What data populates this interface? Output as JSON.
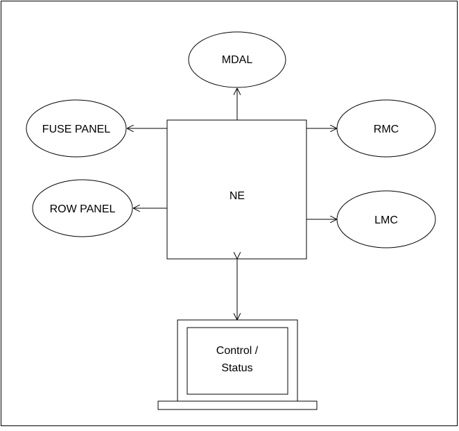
{
  "diagram": {
    "frame_visible": true,
    "center_node": {
      "label": "NE"
    },
    "nodes": {
      "mdal": {
        "label": "MDAL"
      },
      "fuse_panel": {
        "label": "FUSE PANEL"
      },
      "row_panel": {
        "label": "ROW PANEL"
      },
      "rmc": {
        "label": "RMC"
      },
      "lmc": {
        "label": "LMC"
      }
    },
    "terminal": {
      "line1": "Control /",
      "line2": "Status"
    },
    "edges": [
      {
        "from": "NE",
        "to": "MDAL",
        "direction": "to"
      },
      {
        "from": "NE",
        "to": "FUSE PANEL",
        "direction": "to"
      },
      {
        "from": "NE",
        "to": "ROW PANEL",
        "direction": "to"
      },
      {
        "from": "NE",
        "to": "RMC",
        "direction": "to"
      },
      {
        "from": "NE",
        "to": "LMC",
        "direction": "to"
      },
      {
        "from": "NE",
        "to": "Control / Status",
        "direction": "both"
      }
    ]
  }
}
